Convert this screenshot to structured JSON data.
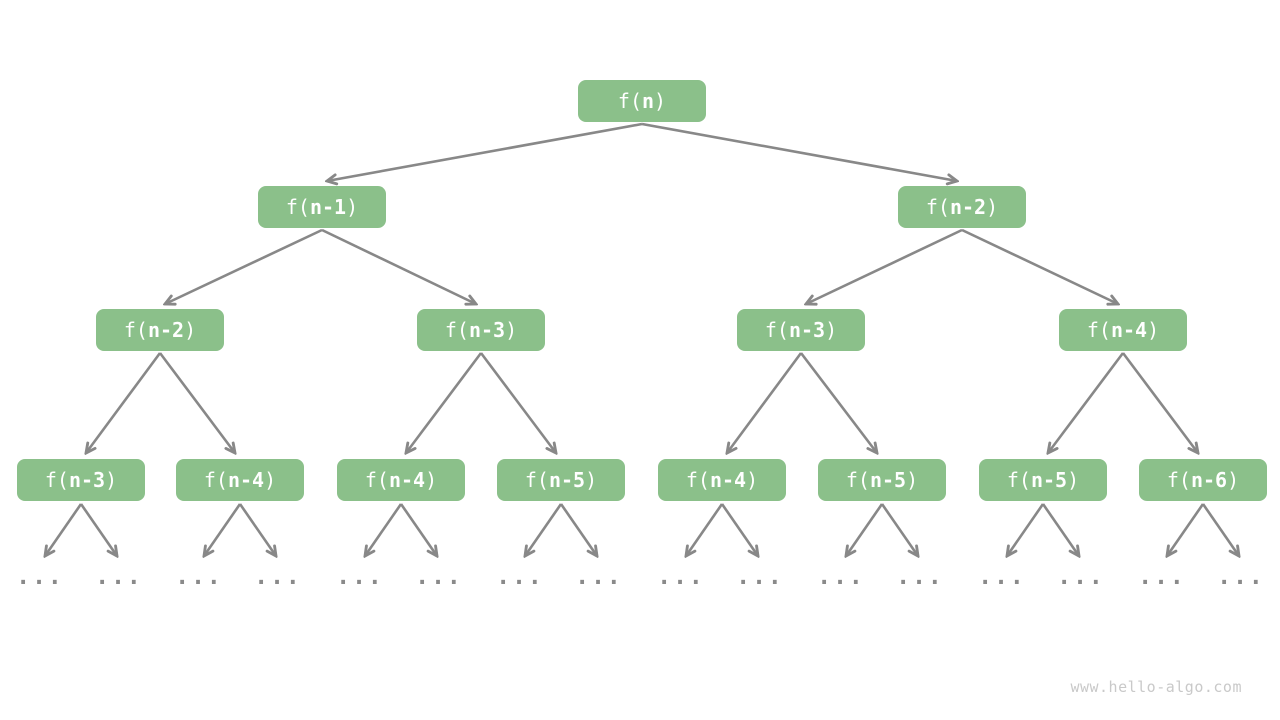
{
  "diagram": {
    "title_semantic": "recursion-tree",
    "colors": {
      "background": "#ffffff",
      "node_fill": "#8bc08a",
      "node_text": "#ffffff",
      "arrow": "#888888",
      "ellipsis": "#8a8a8a",
      "watermark": "#c9c9c9"
    },
    "ellipsis": "...",
    "watermark": "www.hello-algo.com",
    "nodes": [
      {
        "label": "f(n)",
        "pre": "f(",
        "mid": "n",
        "post": ")",
        "level": 1
      },
      {
        "label": "f(n-1)",
        "pre": "f(",
        "mid": "n-1",
        "post": ")",
        "level": 2
      },
      {
        "label": "f(n-2)",
        "pre": "f(",
        "mid": "n-2",
        "post": ")",
        "level": 2
      },
      {
        "label": "f(n-2)",
        "pre": "f(",
        "mid": "n-2",
        "post": ")",
        "level": 3
      },
      {
        "label": "f(n-3)",
        "pre": "f(",
        "mid": "n-3",
        "post": ")",
        "level": 3
      },
      {
        "label": "f(n-3)",
        "pre": "f(",
        "mid": "n-3",
        "post": ")",
        "level": 3
      },
      {
        "label": "f(n-4)",
        "pre": "f(",
        "mid": "n-4",
        "post": ")",
        "level": 3
      },
      {
        "label": "f(n-3)",
        "pre": "f(",
        "mid": "n-3",
        "post": ")",
        "level": 4
      },
      {
        "label": "f(n-4)",
        "pre": "f(",
        "mid": "n-4",
        "post": ")",
        "level": 4
      },
      {
        "label": "f(n-4)",
        "pre": "f(",
        "mid": "n-4",
        "post": ")",
        "level": 4
      },
      {
        "label": "f(n-5)",
        "pre": "f(",
        "mid": "n-5",
        "post": ")",
        "level": 4
      },
      {
        "label": "f(n-4)",
        "pre": "f(",
        "mid": "n-4",
        "post": ")",
        "level": 4
      },
      {
        "label": "f(n-5)",
        "pre": "f(",
        "mid": "n-5",
        "post": ")",
        "level": 4
      },
      {
        "label": "f(n-5)",
        "pre": "f(",
        "mid": "n-5",
        "post": ")",
        "level": 4
      },
      {
        "label": "f(n-6)",
        "pre": "f(",
        "mid": "n-6",
        "post": ")",
        "level": 4
      }
    ],
    "edges": [
      [
        0,
        1
      ],
      [
        0,
        2
      ],
      [
        1,
        3
      ],
      [
        1,
        4
      ],
      [
        2,
        5
      ],
      [
        2,
        6
      ],
      [
        3,
        7
      ],
      [
        3,
        8
      ],
      [
        4,
        9
      ],
      [
        4,
        10
      ],
      [
        5,
        11
      ],
      [
        5,
        12
      ],
      [
        6,
        13
      ],
      [
        6,
        14
      ]
    ],
    "ellipsis_children_per_leaf": 2
  }
}
